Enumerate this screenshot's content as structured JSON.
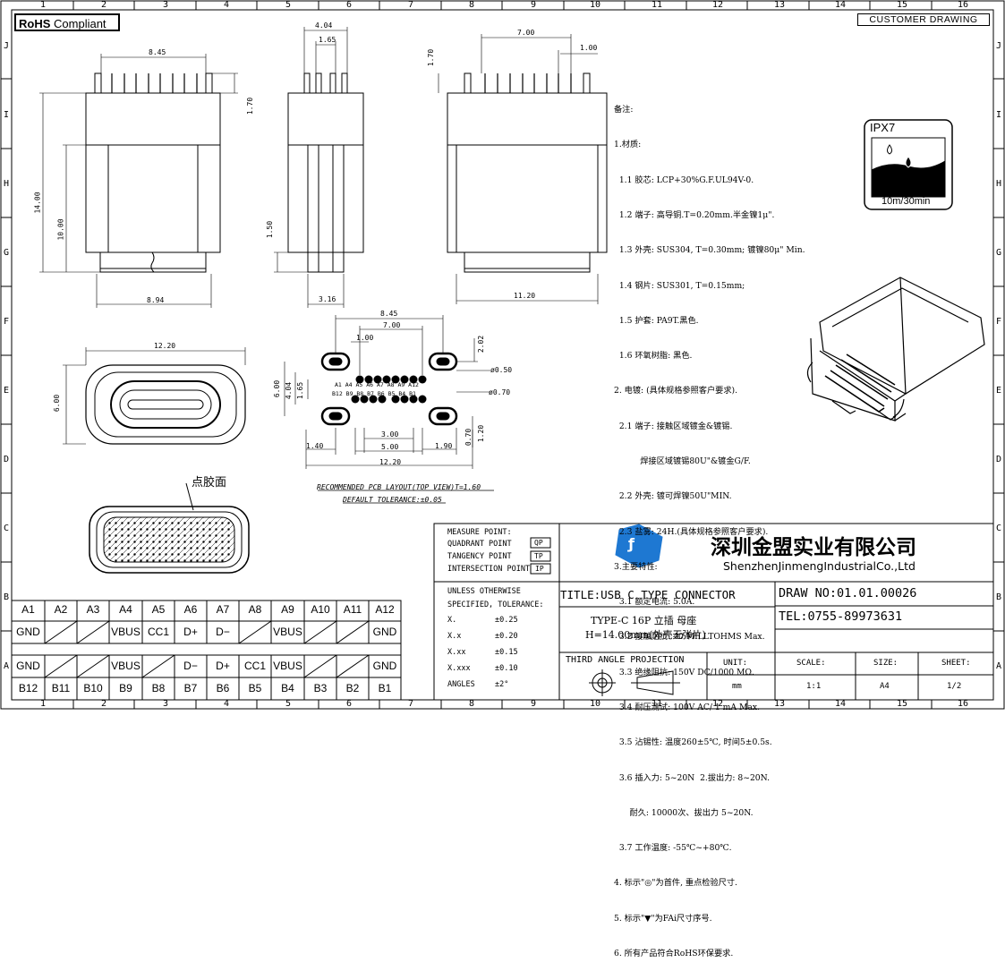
{
  "header": {
    "rohs_bold": "RoHS",
    "rohs_text": "Compliant",
    "customer_drawing": "CUSTOMER DRAWING"
  },
  "zones": {
    "columns": [
      "1",
      "2",
      "3",
      "4",
      "5",
      "6",
      "7",
      "8",
      "9",
      "10",
      "11",
      "12",
      "13",
      "14",
      "15",
      "16"
    ],
    "rows": [
      "J",
      "I",
      "H",
      "G",
      "F",
      "E",
      "D",
      "C",
      "B",
      "A"
    ]
  },
  "dims": {
    "front_top": "8.45",
    "front_bottom": "8.94",
    "front_h_total": "14.00",
    "front_h_body": "10.00",
    "front_pin": "1.70",
    "side_top": "4.04",
    "side_inner": "1.65",
    "side_h": "1.50",
    "side_bottom": "3.16",
    "back_top": "7.00",
    "back_pitch": "1.00",
    "back_pin": "1.70",
    "back_bottom": "11.20",
    "end_w": "12.20",
    "end_h": "6.00",
    "pcb_845": "8.45",
    "pcb_700": "7.00",
    "pcb_100": "1.00",
    "pcb_202": "2.02",
    "pcb_050": "ø0.50",
    "pcb_070d": "ø0.70",
    "pcb_600": "6.00",
    "pcb_404": "4.04",
    "pcb_165": "1.65",
    "pcb_300": "3.00",
    "pcb_500": "5.00",
    "pcb_140": "1.40",
    "pcb_190": "1.90",
    "pcb_070": "0.70",
    "pcb_120": "1.20",
    "pcb_1220": "12.20",
    "pcb_top_pins": "A1 A4 A5 A6 A7 A8 A9 A12",
    "pcb_bottom_pins": "B12 B9 B8 B7 B6 B5 B4 B1"
  },
  "pcb_caption": "RECOMMENDED PCB LAYOUT(TOP VIEW)T=1.60",
  "pcb_tolerance": "DEFAULT TOLERANCE:±0.05",
  "glue_label": "点胶面",
  "notes": [
    "备注:",
    "1.材质:",
    "  1.1 胶芯: LCP+30%G.F.UL94V-0.",
    "  1.2 端子: 高导铜.T=0.20mm.半金镍1μ\".",
    "  1.3 外壳: SUS304, T=0.30mm; 镀镍80μ\" Min.",
    "  1.4 钢片: SUS301, T=0.15mm;",
    "  1.5 护套: PA9T.黑色.",
    "  1.6 环氧树脂: 黑色.",
    "2. 电镀: (具体规格参照客户要求).",
    "  2.1 端子: 接触区域镀金&镀锡.",
    "          焊接区域镀锡80U\"&镀金G/F.",
    "  2.2 外壳: 镀可焊镍50U\"MIN.",
    "  2.3 盐雾: 24H.(具体规格参照客户要求).",
    "3.主要特性:",
    "  3.1 额定电流: 5.0A.",
    "  3.2 接触阻抗: 40 MILLTOHMS Max.",
    "  3.3 绝缘阻抗: 150V DC/1000 MΩ.",
    "  3.4 耐压测试: 100V AC/ 1 mA Max.",
    "  3.5 沾锡性: 温度260±5℃, 时间5±0.5s.",
    "  3.6 插入力: 5~20N  2.拔出力: 8~20N.",
    "      耐久: 10000次、拔出力 5~20N.",
    "  3.7 工作温度: -55℃~+80℃.",
    "4. 标示\"◎\"为首件, 重点检验尺寸.",
    "5. 标示\"▼\"为FAi尺寸序号.",
    "6. 所有产品符合RoHS环保要求."
  ],
  "ipx": {
    "title": "IPX7",
    "caption": "10m/30min"
  },
  "pin_table": {
    "top_labels": [
      "A1",
      "A2",
      "A3",
      "A4",
      "A5",
      "A6",
      "A7",
      "A8",
      "A9",
      "A10",
      "A11",
      "A12"
    ],
    "top_signals": [
      "GND",
      "",
      "",
      "VBUS",
      "CC1",
      "D+",
      "D−",
      "",
      "VBUS",
      "",
      "",
      "GND"
    ],
    "bottom_signals": [
      "GND",
      "",
      "",
      "VBUS",
      "",
      "D−",
      "D+",
      "CC1",
      "VBUS",
      "",
      "",
      "GND"
    ],
    "bottom_labels": [
      "B12",
      "B11",
      "B10",
      "B9",
      "B8",
      "B7",
      "B6",
      "B5",
      "B4",
      "B3",
      "B2",
      "B1"
    ]
  },
  "title_block": {
    "measure_lines": [
      "MEASURE POINT:",
      "QUADRANT POINT",
      "TANGENCY POINT",
      "INTERSECTION POINT"
    ],
    "measure_codes": [
      "QP",
      "TP",
      "IP"
    ],
    "company_cn": "深圳金盟实业有限公司",
    "company_en": "ShenzhenJinmengIndustrialCo.,Ltd",
    "tol_header_1": "UNLESS OTHERWISE",
    "tol_header_2": "SPECIFIED, TOLERANCE:",
    "tolerances": [
      {
        "k": "X.",
        "v": "±0.25"
      },
      {
        "k": "X.x",
        "v": "±0.20"
      },
      {
        "k": "X.xx",
        "v": "±0.15"
      },
      {
        "k": "X.xxx",
        "v": "±0.10"
      },
      {
        "k": "ANGLES",
        "v": "±2°"
      }
    ],
    "title": "TITLE:USB C TYPE CONNECTOR",
    "subtitle_1": "TYPE-C 16P 立插 母座",
    "subtitle_2": "H=14.00mm(外壳无弹片)",
    "drawing_no": "DRAW NO:01.01.00026",
    "tel": "TEL:0755-89973631",
    "projection": "THIRD ANGLE PROJECTION",
    "unit_label": "UNIT:",
    "unit_value": "mm",
    "scale_label": "SCALE:",
    "scale_value": "1:1",
    "size_label": "SIZE:",
    "size_value": "A4",
    "sheet_label": "SHEET:",
    "sheet_value": "1/2"
  }
}
